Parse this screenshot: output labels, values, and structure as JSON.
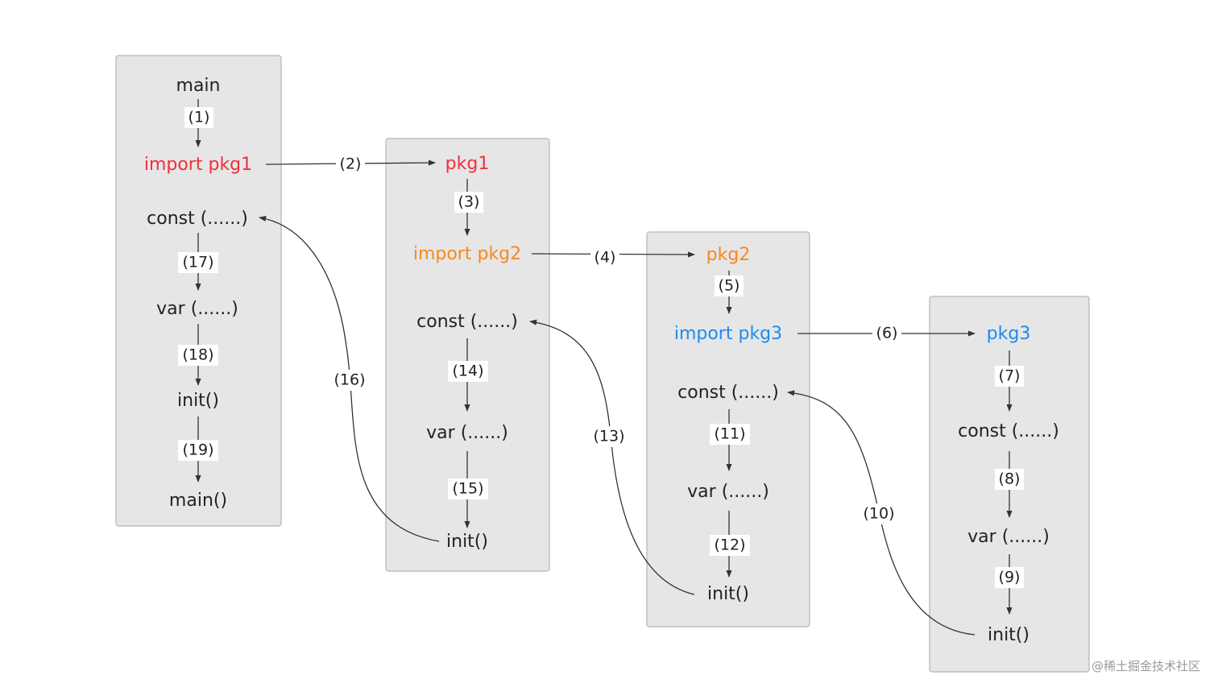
{
  "boxes": {
    "main": {
      "title": "main",
      "import_label": "import  pkg1",
      "const_label": "const (......)",
      "var_label": "var (......)",
      "init_label": "init()",
      "main_label": "main()"
    },
    "pkg1": {
      "title": "pkg1",
      "import_label": "import  pkg2",
      "const_label": "const (......)",
      "var_label": "var (......)",
      "init_label": "init()"
    },
    "pkg2": {
      "title": "pkg2",
      "import_label": "import  pkg3",
      "const_label": "const (......)",
      "var_label": "var (......)",
      "init_label": "init()"
    },
    "pkg3": {
      "title": "pkg3",
      "const_label": "const (......)",
      "var_label": "var (......)",
      "init_label": "init()"
    }
  },
  "colors": {
    "main_import": "#f0303a",
    "pkg1": "#f0303a",
    "pkg1_import": "#f58a1f",
    "pkg2": "#f58a1f",
    "pkg2_import": "#1f8af0",
    "pkg3": "#1f8af0",
    "box_fill": "#e6e6e6"
  },
  "edges": [
    {
      "id": "e1",
      "label": "(1)"
    },
    {
      "id": "e2",
      "label": "(2)"
    },
    {
      "id": "e3",
      "label": "(3)"
    },
    {
      "id": "e4",
      "label": "(4)"
    },
    {
      "id": "e5",
      "label": "(5)"
    },
    {
      "id": "e6",
      "label": "(6)"
    },
    {
      "id": "e7",
      "label": "(7)"
    },
    {
      "id": "e8",
      "label": "(8)"
    },
    {
      "id": "e9",
      "label": "(9)"
    },
    {
      "id": "e10",
      "label": "(10)"
    },
    {
      "id": "e11",
      "label": "(11)"
    },
    {
      "id": "e12",
      "label": "(12)"
    },
    {
      "id": "e13",
      "label": "(13)"
    },
    {
      "id": "e14",
      "label": "(14)"
    },
    {
      "id": "e15",
      "label": "(15)"
    },
    {
      "id": "e16",
      "label": "(16)"
    },
    {
      "id": "e17",
      "label": "(17)"
    },
    {
      "id": "e18",
      "label": "(18)"
    },
    {
      "id": "e19",
      "label": "(19)"
    }
  ],
  "watermark": "@稀土掘金技术社区"
}
